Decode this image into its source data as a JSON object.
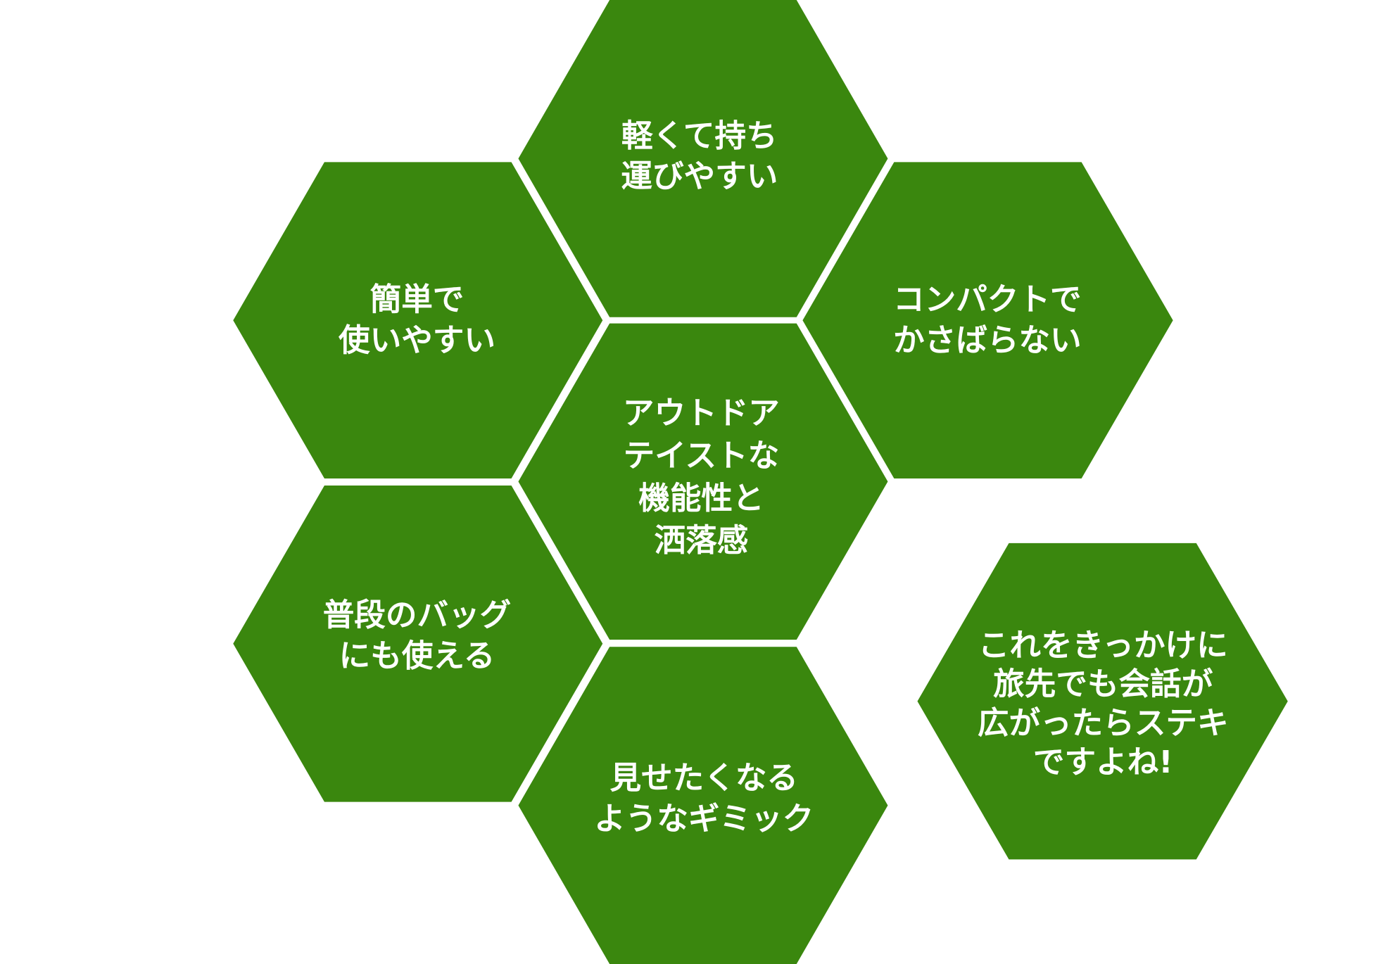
{
  "colors": {
    "hex_fill": "#3a870e",
    "text": "#ffffff",
    "background": "#ffffff"
  },
  "hexagons": [
    {
      "id": "top",
      "lines": [
        "軽くて持ち",
        "運びやすい"
      ]
    },
    {
      "id": "upper-left",
      "lines": [
        "簡単で",
        "使いやすい"
      ]
    },
    {
      "id": "upper-right",
      "lines": [
        "コンパクトで",
        "かさばらない"
      ]
    },
    {
      "id": "center",
      "lines": [
        "アウトドア",
        "テイストな",
        "機能性と",
        "洒落感"
      ]
    },
    {
      "id": "lower-left",
      "lines": [
        "普段のバッグ",
        "にも使える"
      ]
    },
    {
      "id": "bottom",
      "lines": [
        "見せたくなる",
        "ようなギミック"
      ]
    },
    {
      "id": "far-right",
      "lines": [
        "これをきっかけに",
        "旅先でも会話が",
        "広がったらステキ",
        "ですよね!"
      ]
    }
  ]
}
